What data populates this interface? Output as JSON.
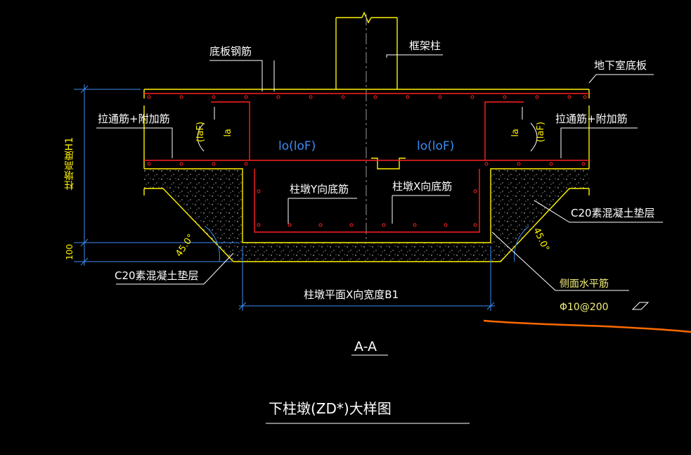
{
  "labels": {
    "bottom_plate_rebar": "底板钢筋",
    "frame_column": "框架柱",
    "basement_floor": "地下室底板",
    "pull_rebar_left": "拉通筋+附加筋",
    "pull_rebar_right": "拉通筋+附加筋",
    "anchor_left": "lo(loF)",
    "anchor_right": "lo(loF)",
    "y_bottom_rebar": "柱墩Y向底筋",
    "x_bottom_rebar": "柱墩X向底筋",
    "c20_right": "C20素混凝土垫层",
    "c20_left": "C20素混凝土垫层",
    "angle_left": "45.0°",
    "angle_right": "45.0°",
    "side_horizontal": "侧面水平筋",
    "side_spec": "Φ10@200",
    "width_dim": "柱墩平面X向宽度B1",
    "height_dim": "柱墩高度H1",
    "dim_100": "100",
    "laf_left": "(laF)",
    "la_left": "la",
    "la_right": "la",
    "laf_right": "(laF)",
    "section": "A-A",
    "drawing_title": "下柱墩(ZD*)大样图"
  },
  "colors": {
    "concrete": "#fff200",
    "rebar": "#ff2020",
    "dimension": "#3b8df5",
    "leader": "#ffffff",
    "markup": "#ff6a00"
  }
}
